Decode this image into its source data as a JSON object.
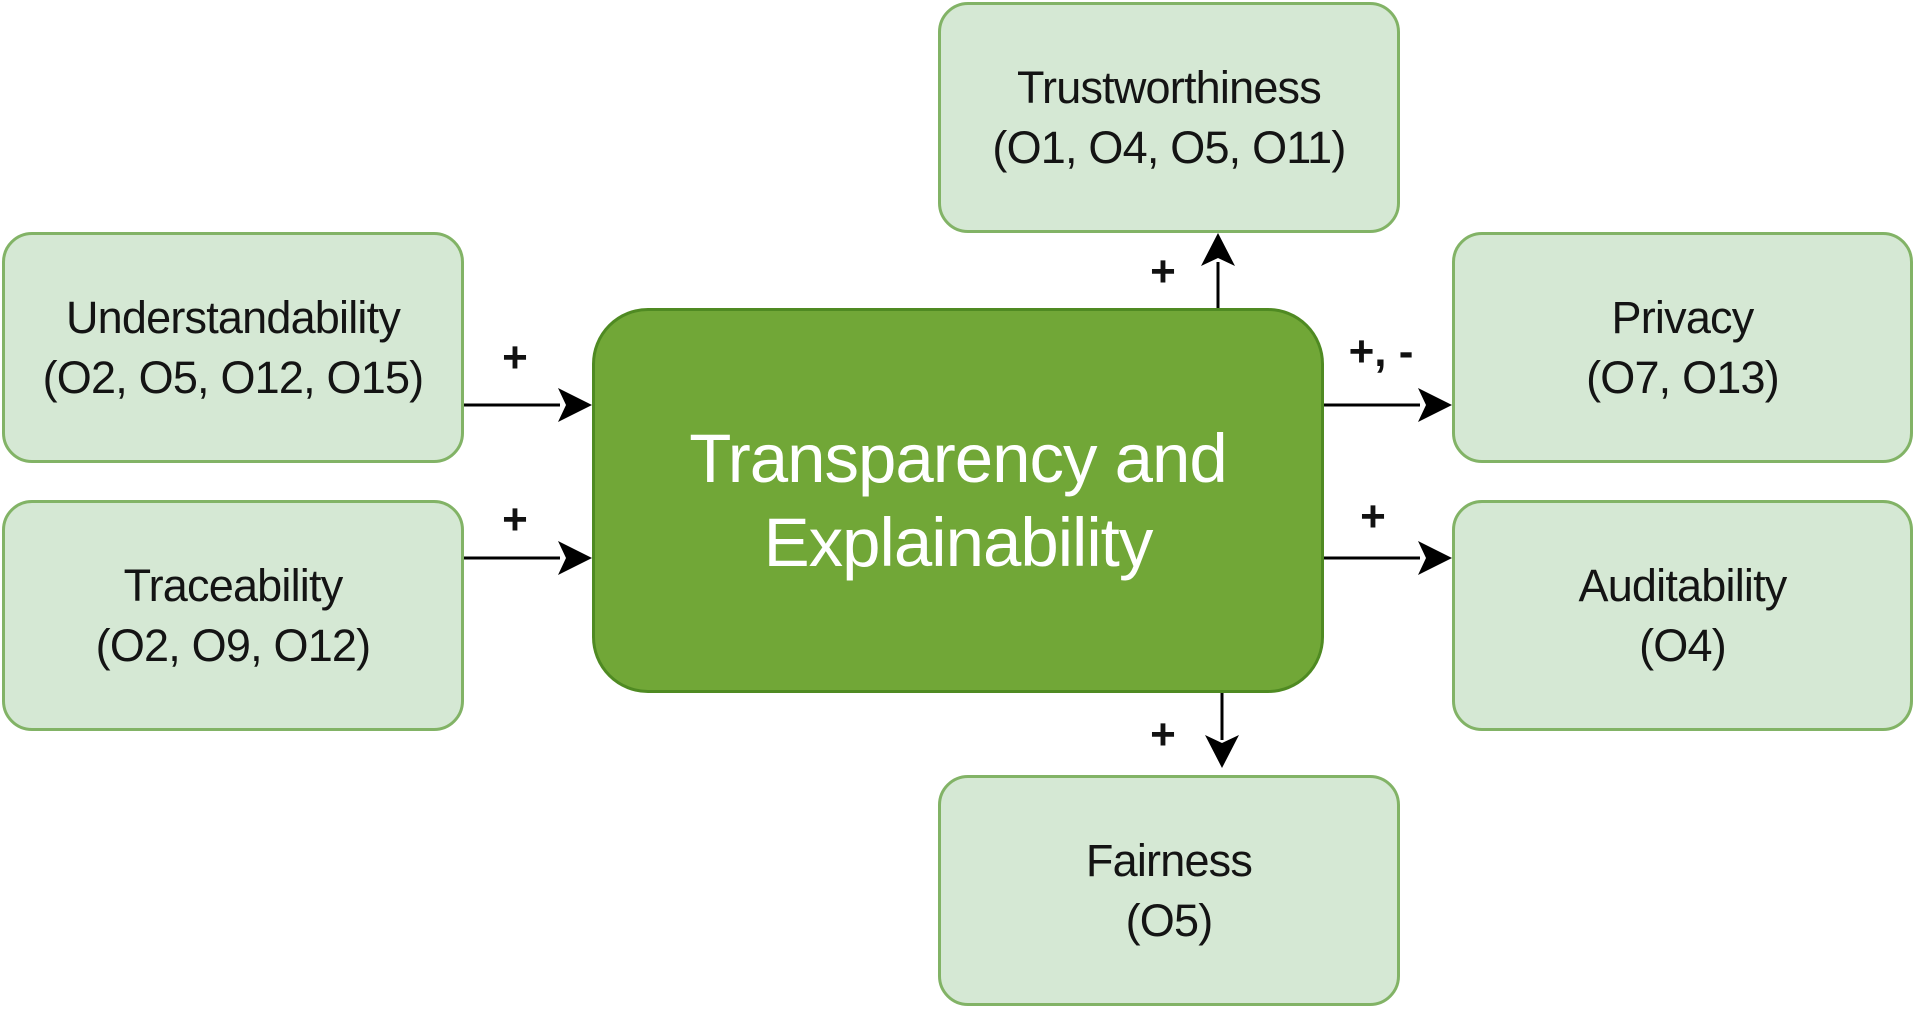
{
  "diagram": {
    "central": {
      "title_lines": [
        "Transparency and",
        "Explainability"
      ]
    },
    "nodes": {
      "trustworthiness": {
        "name": "Trustworthiness",
        "refs": "(O1, O4, O5, O11)"
      },
      "understandability": {
        "name": "Understandability",
        "refs": "(O2, O5, O12, O15)"
      },
      "traceability": {
        "name": "Traceability",
        "refs": "(O2, O9, O12)"
      },
      "privacy": {
        "name": "Privacy",
        "refs": "(O7, O13)"
      },
      "auditability": {
        "name": "Auditability",
        "refs": "(O4)"
      },
      "fairness": {
        "name": "Fairness",
        "refs": "(O5)"
      }
    },
    "edges": [
      {
        "from": "Understandability",
        "to": "Transparency and Explainability",
        "label": "+"
      },
      {
        "from": "Traceability",
        "to": "Transparency and Explainability",
        "label": "+"
      },
      {
        "from": "Transparency and Explainability",
        "to": "Trustworthiness",
        "label": "+"
      },
      {
        "from": "Transparency and Explainability",
        "to": "Privacy",
        "label": "+, -"
      },
      {
        "from": "Transparency and Explainability",
        "to": "Auditability",
        "label": "+"
      },
      {
        "from": "Transparency and Explainability",
        "to": "Fairness",
        "label": "+"
      }
    ],
    "colors": {
      "central_fill": "#71a737",
      "central_stroke": "#4f8a22",
      "node_fill": "#d5e8d4",
      "node_stroke": "#82b366",
      "arrow": "#000000"
    }
  }
}
